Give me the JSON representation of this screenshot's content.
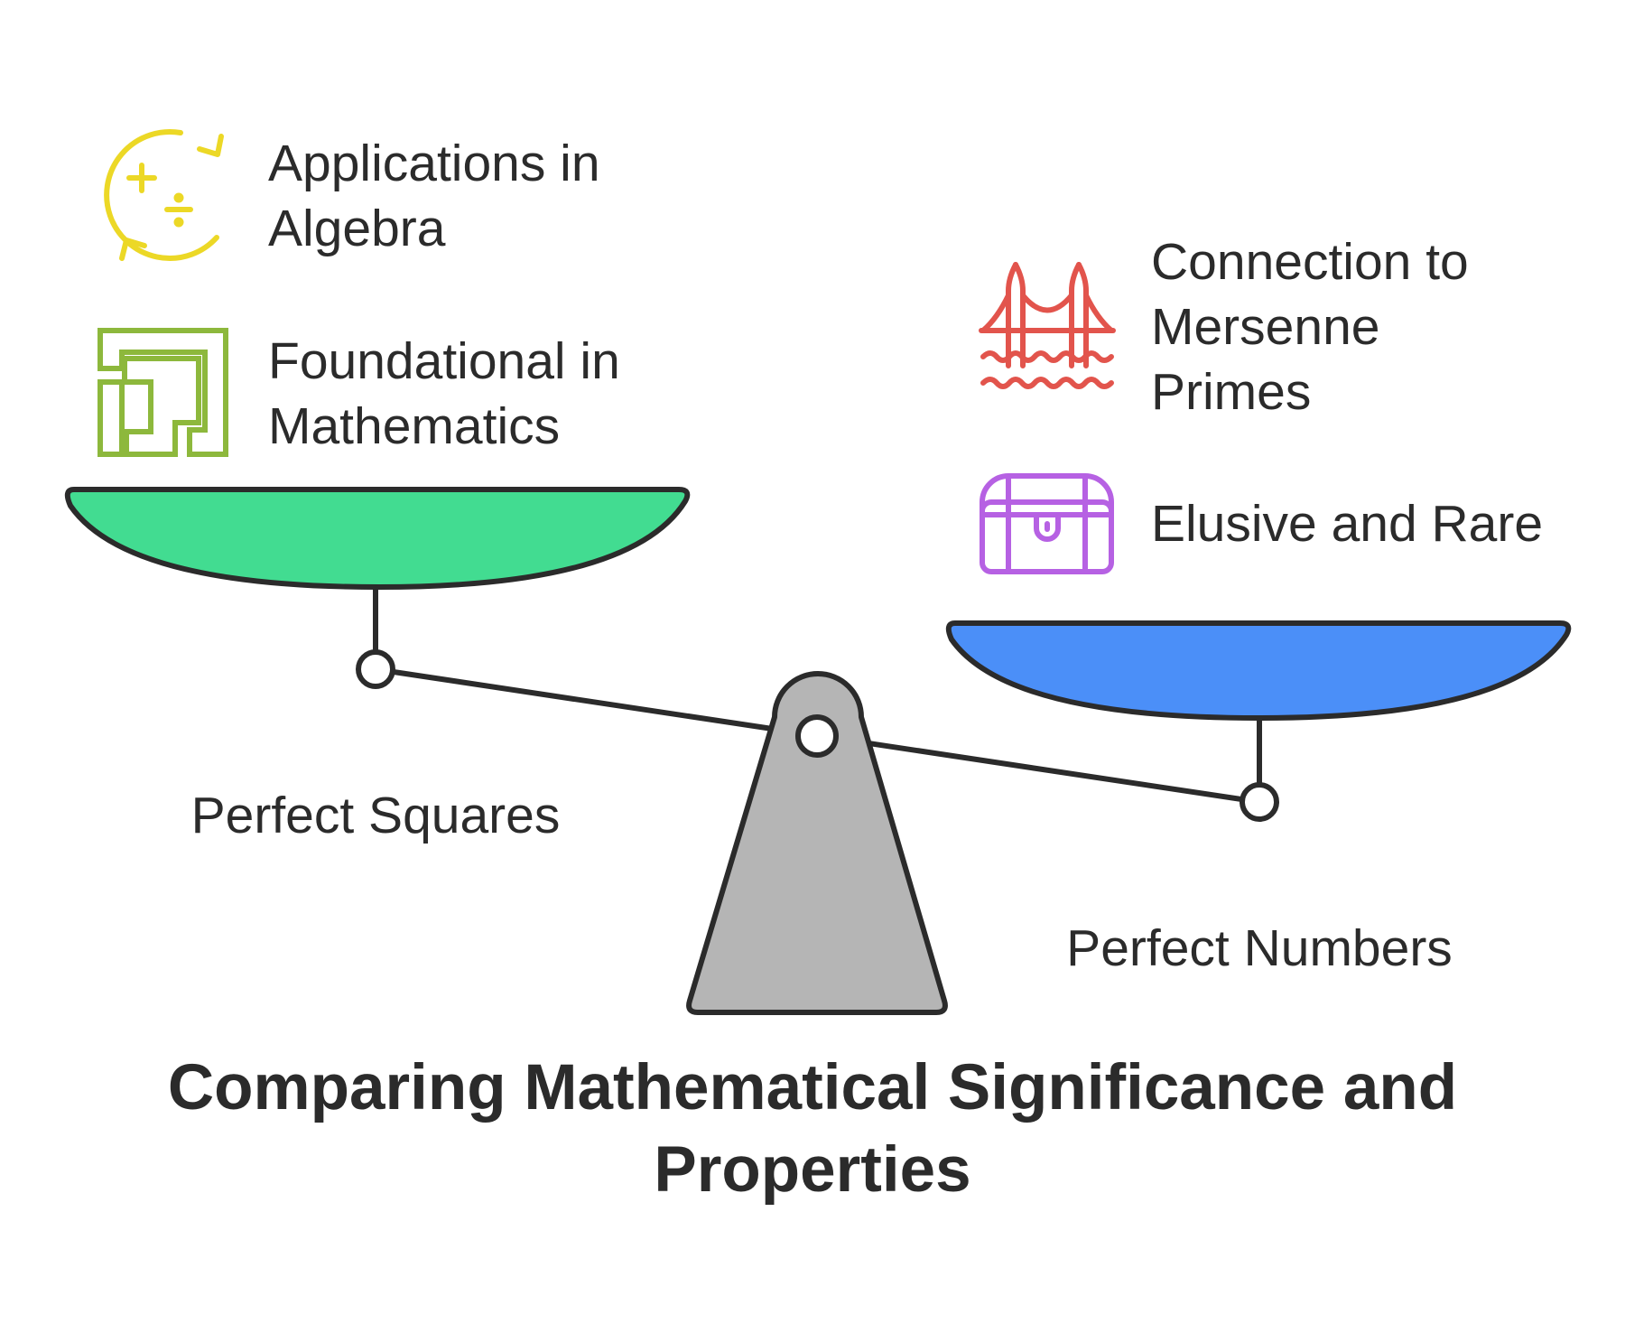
{
  "left_side": {
    "label": "Perfect Squares",
    "pan_color": "#42dc91",
    "items": [
      {
        "icon": "rotating-math-operators-icon",
        "icon_color": "#ecd826",
        "lines": [
          "Applications in",
          "Algebra"
        ]
      },
      {
        "icon": "square-maze-icon",
        "icon_color": "#8db83c",
        "lines": [
          "Foundational in",
          "Mathematics"
        ]
      }
    ]
  },
  "right_side": {
    "label": "Perfect Numbers",
    "pan_color": "#4b8ff8",
    "items": [
      {
        "icon": "suspension-bridge-icon",
        "icon_color": "#e2544c",
        "lines": [
          "Connection to",
          "Mersenne",
          "Primes"
        ]
      },
      {
        "icon": "treasure-chest-icon",
        "icon_color": "#b661e3",
        "lines": [
          "Elusive and Rare"
        ]
      }
    ]
  },
  "scale": {
    "fulcrum_color": "#b5b5b5",
    "outline_color": "#2b2b2b"
  },
  "title": {
    "lines": [
      "Comparing Mathematical Significance and",
      "Properties"
    ]
  }
}
